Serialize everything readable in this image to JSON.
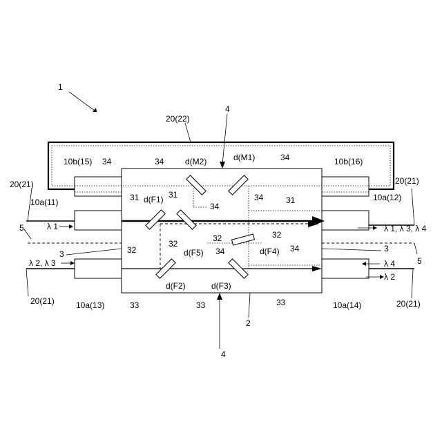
{
  "labels": {
    "device": "1",
    "block_top": "4",
    "block_bottom": "4",
    "substrate": "2",
    "fiber_holder": "20(22)",
    "fiber_tl": "20(21)",
    "fiber_tr": "20(21)",
    "fiber_bl": "20(21)",
    "fiber_br": "20(21)",
    "port_15": "10b(15)",
    "port_16": "10b(16)",
    "port_11": "10a(11)",
    "port_12": "10a(12)",
    "port_13": "10a(13)",
    "port_14": "10a(14)",
    "path_34_a": "34",
    "path_34_b": "34",
    "path_34_c": "34",
    "path_34_d": "34",
    "path_34_e": "34",
    "path_34_f": "34",
    "path_34_g": "34",
    "path_31_a": "31",
    "path_31_b": "31",
    "path_31_c": "31",
    "path_32_a": "32",
    "path_32_b": "32",
    "path_32_c": "32",
    "path_32_d": "32",
    "path_33_a": "33",
    "path_33_b": "33",
    "path_33_c": "33",
    "mirror_M1": "d(M1)",
    "mirror_M2": "d(M2)",
    "filter_F1": "d(F1)",
    "filter_F2": "d(F2)",
    "filter_F3": "d(F3)",
    "filter_F4": "d(F4)",
    "filter_F5": "d(F5)",
    "ref_5_left": "5",
    "ref_5_right": "5",
    "ref_3_left": "3",
    "ref_3_right": "3",
    "lambda_in_1": "λ 1",
    "lambda_in_23": "λ 2, λ 3",
    "lambda_out_134": "λ 1, λ 3, λ 4",
    "lambda_in_4": "λ 4",
    "lambda_out_2": "λ 2"
  }
}
